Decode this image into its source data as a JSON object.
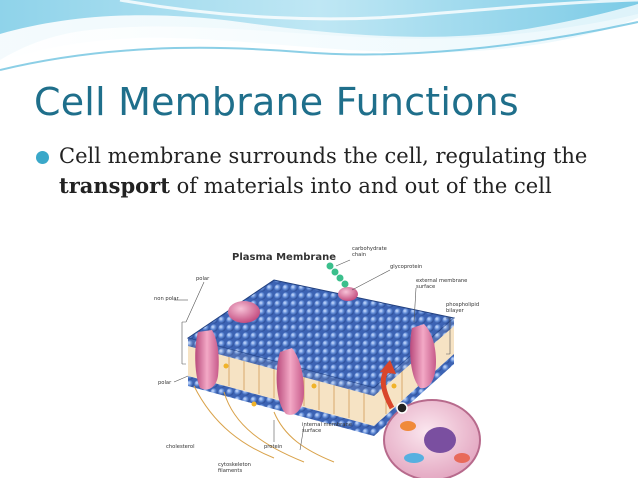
{
  "slide": {
    "title": "Cell Membrane Functions",
    "bullet": {
      "part1": "Cell membrane surrounds the cell, regulating the ",
      "bold": "transport",
      "part2": " of materials into and out of the cell"
    }
  },
  "diagram": {
    "heading": "Plasma Membrane",
    "labels": {
      "carbohydrate_1": "carbohydrate",
      "carbohydrate_2": "chain",
      "glycoprotein": "glycoprotein",
      "external_1": "external membrane",
      "external_2": "surface",
      "phospholipid_1": "phospholipid",
      "phospholipid_2": "bilayer",
      "polar_top": "polar",
      "non_polar": "non polar",
      "polar_bottom": "polar",
      "internal_1": "internal membrane",
      "internal_2": "surface",
      "protein": "protein",
      "cholesterol": "cholesterol",
      "cytoskeleton_1": "cytoskeleton",
      "cytoskeleton_2": "filaments"
    }
  },
  "colors": {
    "title": "#1f6f8b",
    "bullet": "#3aa8c9",
    "membrane_head": "#4a78c8",
    "protein": "#e07aa6"
  }
}
